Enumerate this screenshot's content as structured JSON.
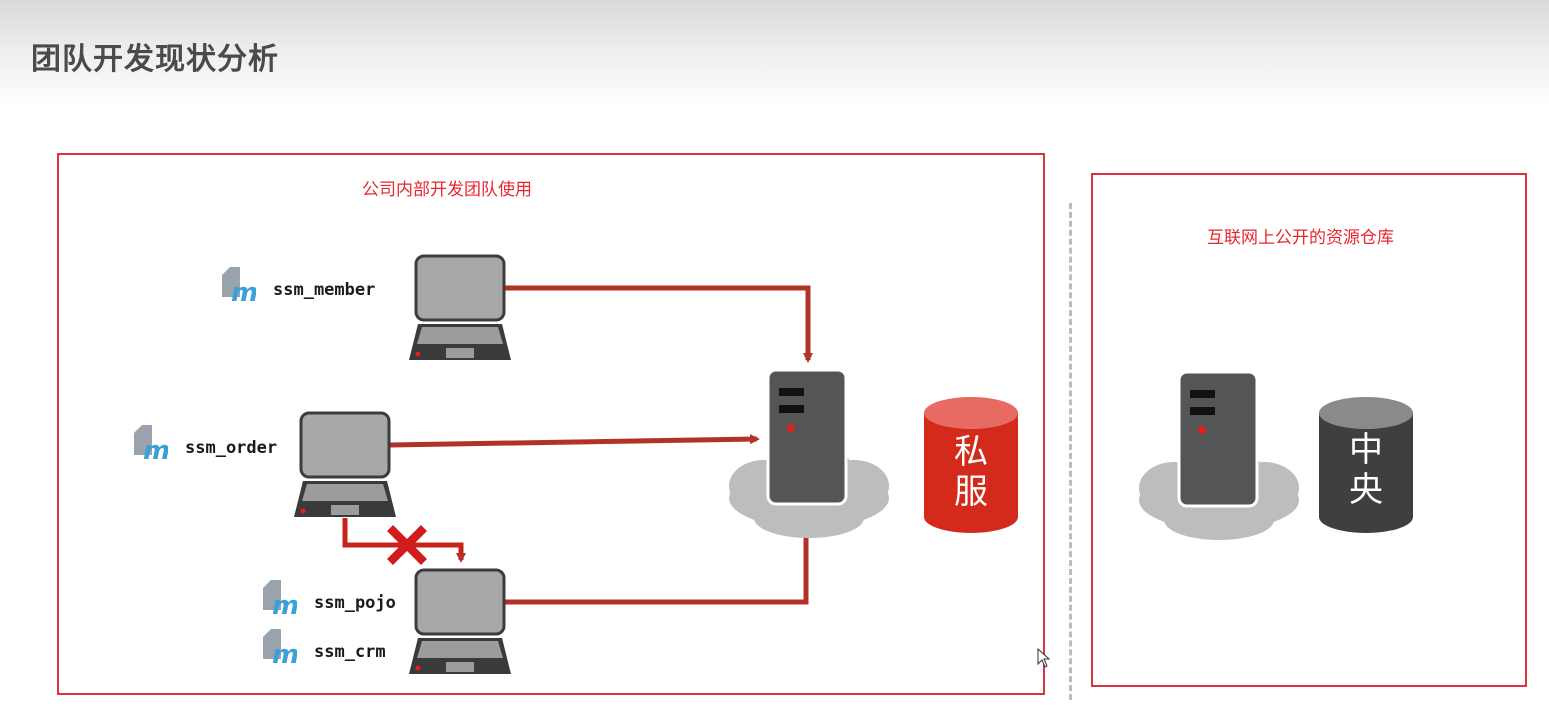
{
  "title": "团队开发现状分析",
  "left_panel": {
    "caption": "公司内部开发团队使用",
    "modules": [
      {
        "name": "ssm_member"
      },
      {
        "name": "ssm_order"
      },
      {
        "name": "ssm_pojo"
      },
      {
        "name": "ssm_crm"
      }
    ],
    "private_repo_label": "私\n服"
  },
  "right_panel": {
    "caption": "互联网上公开的资源仓库",
    "central_repo_label": "中\n央"
  },
  "colors": {
    "accent": "#e8262f",
    "arrow": "#b03228",
    "private_db": "#d42a1c",
    "central_db": "#3f3f3f",
    "server": "#505050",
    "cloud": "#bdbdbd"
  },
  "icons": [
    "maven-module-icon",
    "laptop-icon",
    "server-icon",
    "cloud-icon",
    "database-icon",
    "cross-icon",
    "mouse-cursor-icon"
  ]
}
